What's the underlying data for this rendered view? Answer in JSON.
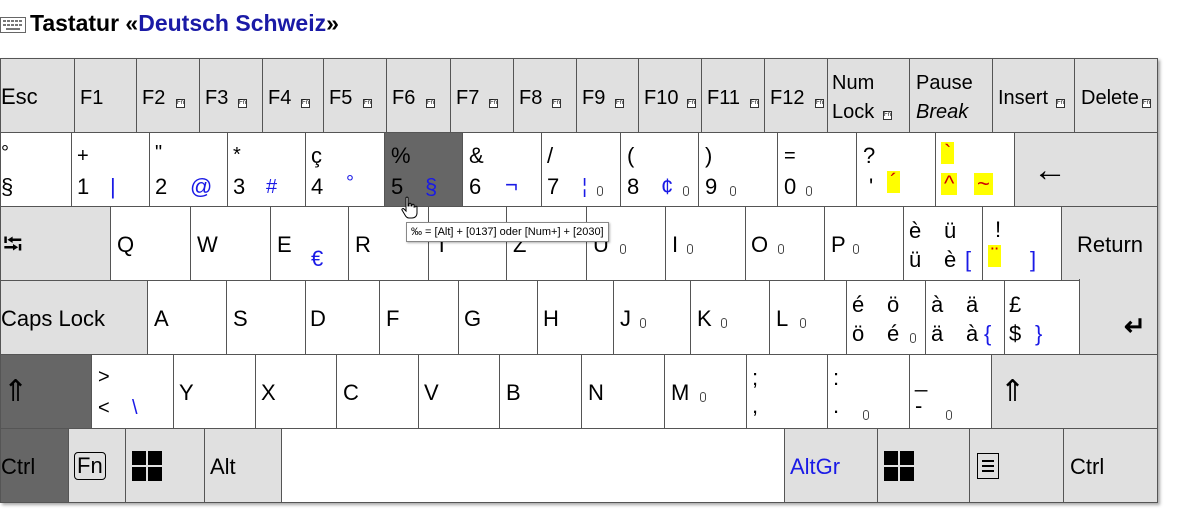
{
  "header": {
    "title_prefix": "Tastatur «",
    "layout_name": "Deutsch Schweiz",
    "title_suffix": "»"
  },
  "row_fn": {
    "esc": "Esc",
    "f_keys": [
      "F1",
      "F2",
      "F3",
      "F4",
      "F5",
      "F6",
      "F7",
      "F8",
      "F9",
      "F10",
      "F11",
      "F12"
    ],
    "num_lock": [
      "Num",
      "Lock"
    ],
    "pause": "Pause",
    "break": "Break",
    "insert": "Insert",
    "delete": "Delete",
    "fn_badge": "Fn"
  },
  "row_num": {
    "k0": {
      "top": "°",
      "base": "§"
    },
    "k1": {
      "top": "+",
      "base": "1",
      "alt": "|"
    },
    "k2": {
      "top": "\"",
      "base": "2",
      "alt": "@"
    },
    "k3": {
      "top": "*",
      "base": "3",
      "alt": "#"
    },
    "k4": {
      "top": "ç",
      "base": "4",
      "alt": "°"
    },
    "k5": {
      "top": "%",
      "base": "5",
      "alt": "§"
    },
    "k6": {
      "top": "&",
      "base": "6",
      "alt": "¬"
    },
    "k7": {
      "top": "/",
      "base": "7",
      "alt": "¦"
    },
    "k8": {
      "top": "(",
      "base": "8",
      "alt": "¢"
    },
    "k9": {
      "top": ")",
      "base": "9"
    },
    "k10": {
      "top": "=",
      "base": "0"
    },
    "k11": {
      "top": "?",
      "base": "'",
      "dead": "´"
    },
    "k12": {
      "dead_top": "`",
      "dead_base": "^",
      "dead_alt": "~"
    },
    "backspace": "←"
  },
  "row_q": {
    "tab": "⭾",
    "letters": [
      "Q",
      "W",
      "E",
      "R",
      "T",
      "Z",
      "U",
      "I",
      "O",
      "P"
    ],
    "euro": "€",
    "ue_top": [
      "è",
      "ü"
    ],
    "ue_base": [
      "ü",
      "è"
    ],
    "ue_alt": "[",
    "excl": "!",
    "diaer": "¨",
    "bracket": "]",
    "return": "Return"
  },
  "row_a": {
    "caps": "Caps Lock",
    "letters": [
      "A",
      "S",
      "D",
      "F",
      "G",
      "H",
      "J",
      "K",
      "L"
    ],
    "oe_top": [
      "é",
      "ö"
    ],
    "oe_base": [
      "ö",
      "é"
    ],
    "ae_top": [
      "à",
      "ä"
    ],
    "ae_base": [
      "ä",
      "à"
    ],
    "ae_alt": "{",
    "pound": "£",
    "dollar": "$",
    "brace": "}",
    "enter": "↵"
  },
  "row_y": {
    "shift_left": "⇑",
    "lt_top": ">",
    "lt_base": "<",
    "lt_alt": "\\",
    "letters": [
      "Y",
      "X",
      "C",
      "V",
      "B",
      "N",
      "M"
    ],
    "comma_top": ";",
    "comma_base": ",",
    "dot_top": ":",
    "dot_base": ".",
    "dash_top": "_",
    "dash_base": "-",
    "shift_right": "⇑"
  },
  "row_ctrl": {
    "ctrl_left": "Ctrl",
    "fn": "Fn",
    "alt": "Alt",
    "altgr": "AltGr",
    "ctrl_right": "Ctrl"
  },
  "tooltip": "‰ =  [Alt] + [0137] oder [Num+] + [2030]",
  "colors": {
    "alt_glyph": "#1a1ae6",
    "dead_key": "#ffff00",
    "pressed": "#666666",
    "modifier": "#e0e0e0",
    "title_accent": "#1a1aa6"
  }
}
